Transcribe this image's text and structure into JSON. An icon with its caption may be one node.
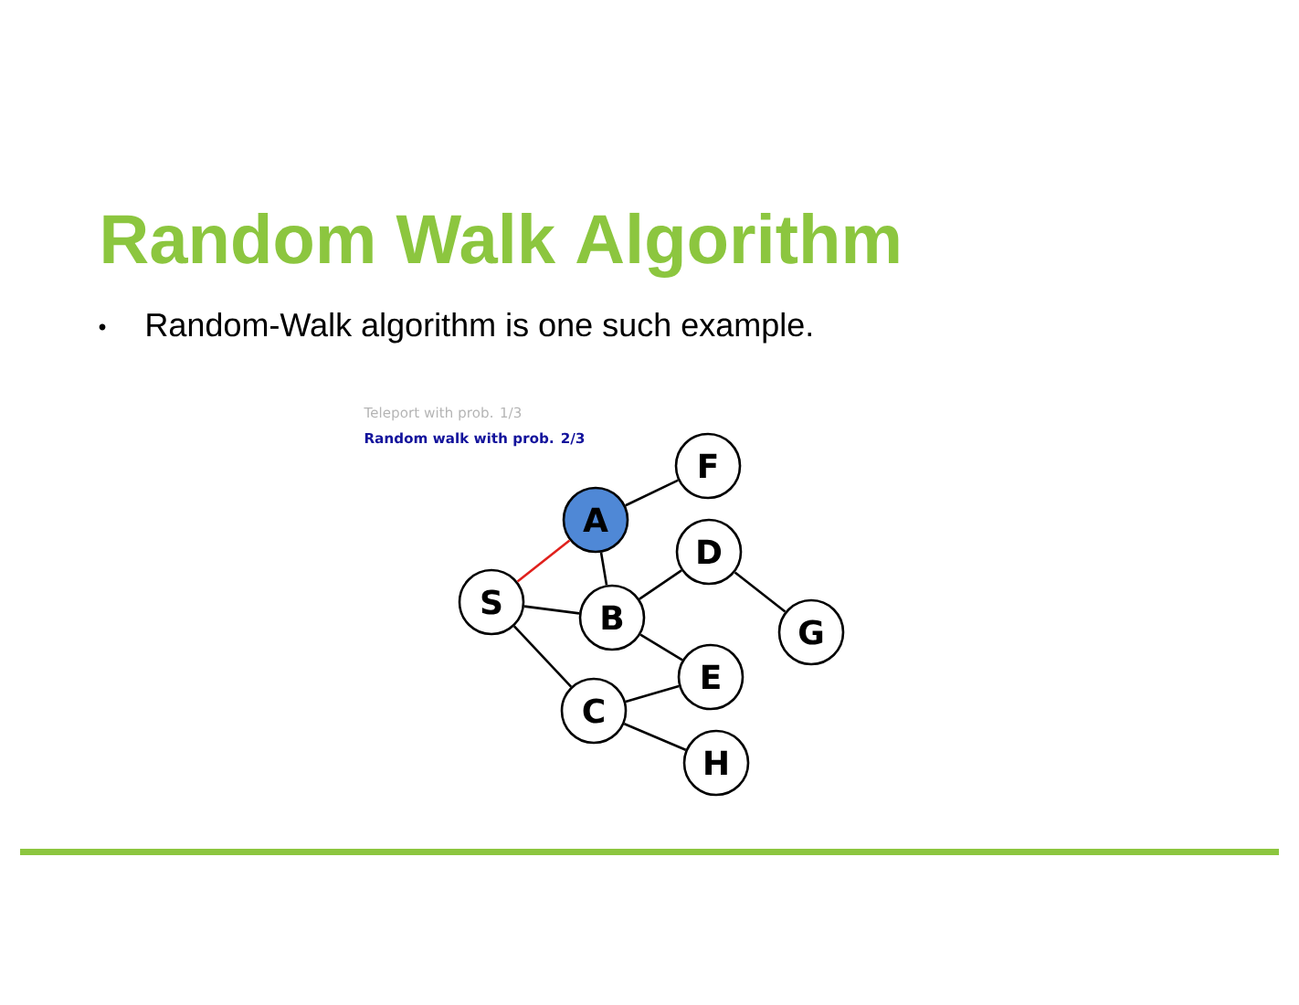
{
  "diagram": {
    "title": "Random Walk Algorithm",
    "nodes": [
      {
        "text": [
          "F"
        ]
      },
      {
        "text": [
          "A"
        ]
      },
      {
        "text": [
          "D"
        ]
      },
      {
        "text": [
          "S"
        ]
      },
      {
        "text": [
          "B"
        ]
      },
      {
        "text": [
          "G"
        ]
      },
      {
        "text": [
          "E"
        ]
      },
      {
        "text": [
          "C"
        ]
      },
      {
        "text": [
          "H"
        ]
      }
    ],
    "edges": [
      {
        "from": 1,
        "to": 0,
        "arrow": "none"
      },
      {
        "from": 3,
        "to": 1,
        "arrow": "none",
        "color": "#e0201c"
      },
      {
        "from": 1,
        "to": 4,
        "arrow": "none"
      },
      {
        "from": 3,
        "to": 4,
        "arrow": "none"
      },
      {
        "from": 3,
        "to": 7,
        "arrow": "none"
      },
      {
        "from": 4,
        "to": 2,
        "arrow": "none"
      },
      {
        "from": 2,
        "to": 5,
        "arrow": "none"
      },
      {
        "from": 4,
        "to": 6,
        "arrow": "none"
      },
      {
        "from": 7,
        "to": 6,
        "arrow": "none"
      },
      {
        "from": 7,
        "to": 8,
        "arrow": "none"
      }
    ],
    "labels": [
      "Random-Walk algorithm is one such example.",
      "Teleport with prob. 1/3",
      "Random walk with prob. 2/3"
    ]
  }
}
